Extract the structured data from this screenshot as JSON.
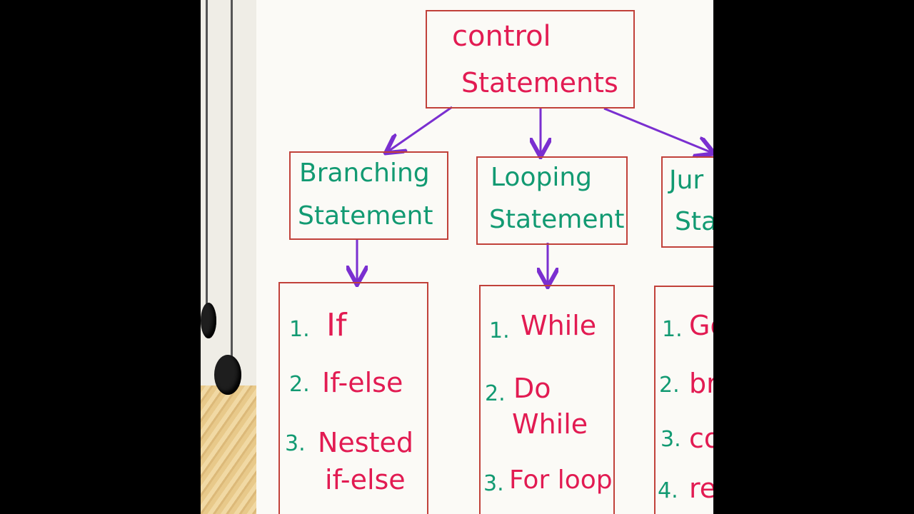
{
  "root": {
    "line1": "control",
    "line2": "Statements"
  },
  "categories": [
    {
      "line1": "Branching",
      "line2": "Statement"
    },
    {
      "line1": "Looping",
      "line2": "Statement"
    },
    {
      "line1": "Jur",
      "line2": "Sta"
    }
  ],
  "lists": {
    "branching": [
      {
        "num": "1.",
        "text": "If"
      },
      {
        "num": "2.",
        "text": "If-else"
      },
      {
        "num": "3.",
        "text": "Nested",
        "text2": "if-else"
      }
    ],
    "looping": [
      {
        "num": "1.",
        "text": "While"
      },
      {
        "num": "2.",
        "text": "Do",
        "text2": "While"
      },
      {
        "num": "3.",
        "text": "For loop"
      }
    ],
    "jump": [
      {
        "num": "1.",
        "text": "Go"
      },
      {
        "num": "2.",
        "text": "br"
      },
      {
        "num": "3.",
        "text": "co"
      },
      {
        "num": "4.",
        "text": "re"
      }
    ]
  },
  "colors": {
    "heading": "#e21b52",
    "category": "#129a72",
    "arrow": "#7a2fd0",
    "border": "#c1413a"
  }
}
